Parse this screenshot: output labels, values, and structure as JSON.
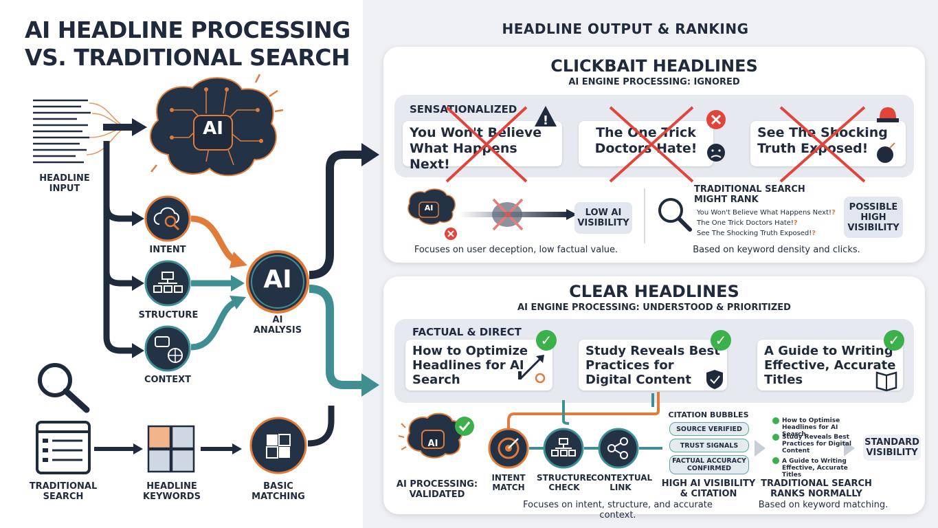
{
  "title": "AI HEADLINE PROCESSING VS. TRADITIONAL SEARCH",
  "left": {
    "headline_input": "HEADLINE INPUT",
    "ai_center": "AI",
    "intent": "INTENT",
    "structure": "STRUCTURE",
    "context": "CONTEXT",
    "ai_analysis_badge": "AI",
    "ai_analysis": "AI ANALYSIS",
    "traditional_search": "TRADITIONAL SEARCH",
    "headline_keywords": "HEADLINE KEYWORDS",
    "basic_matching": "BASIC MATCHING"
  },
  "right": {
    "title": "HEADLINE OUTPUT & RANKING",
    "clickbait": {
      "title": "CLICKBAIT HEADLINES",
      "subtitle": "AI ENGINE PROCESSING: IGNORED",
      "band_label": "SENSATIONALIZED",
      "headlines": [
        "You Won't Believe What Happens Next!",
        "The One Trick Doctors Hate!",
        "See The Shocking Truth Exposed!"
      ],
      "ai_badge": "AI",
      "low_visibility": "LOW AI VISIBILITY",
      "left_note": "Focuses on user deception, low factual value.",
      "traditional_title": "TRADITIONAL SEARCH MIGHT RANK",
      "traditional_items": [
        "You Won't Believe What Happens Next!",
        "The One Trick Doctors Hate!",
        "See The Shocking Truth Exposed!"
      ],
      "possible_visibility": "POSSIBLE HIGH VISIBILITY",
      "right_note": "Based on keyword density and clicks."
    },
    "clear": {
      "title": "CLEAR HEADLINES",
      "subtitle": "AI ENGINE PROCESSING: UNDERSTOOD & PRIORITIZED",
      "band_label": "FACTUAL & DIRECT",
      "headlines": [
        "How to Optimize Headlines for AI Search",
        "Study Reveals Best Practices for Digital Content",
        "A Guide to Writing Effective, Accurate Titles"
      ],
      "ai_badge": "AI",
      "ai_processing": "AI PROCESSING: VALIDATED",
      "intent_match": "INTENT MATCH",
      "structure_check": "STRUCTURE CHECK",
      "contextual_link": "CONTEXTUAL LINK",
      "citation_title": "CITATION BUBBLES",
      "citations": [
        "SOURCE VERIFIED",
        "TRUST SIGNALS",
        "FACTUAL ACCURACY CONFIRMED"
      ],
      "high_visibility": "HIGH AI VISIBILITY & CITATION",
      "traditional_items": [
        "How to Optimise Headlines for AI Search",
        "Study Reveals Best Practices for Digital Content",
        "A Guide to Writing Effective, Accurate Titles"
      ],
      "standard_visibility": "STANDARD VISIBILITY",
      "traditional_ranks": "TRADITIONAL SEARCH RANKS NORMALLY",
      "left_note": "Focuses on intent, structure, and accurate context.",
      "right_note": "Based on keyword matching."
    }
  },
  "colors": {
    "navy": "#1f2a3d",
    "orange": "#e07b39",
    "teal": "#3f8e92",
    "red": "#e0443a",
    "green": "#3cb04a"
  }
}
